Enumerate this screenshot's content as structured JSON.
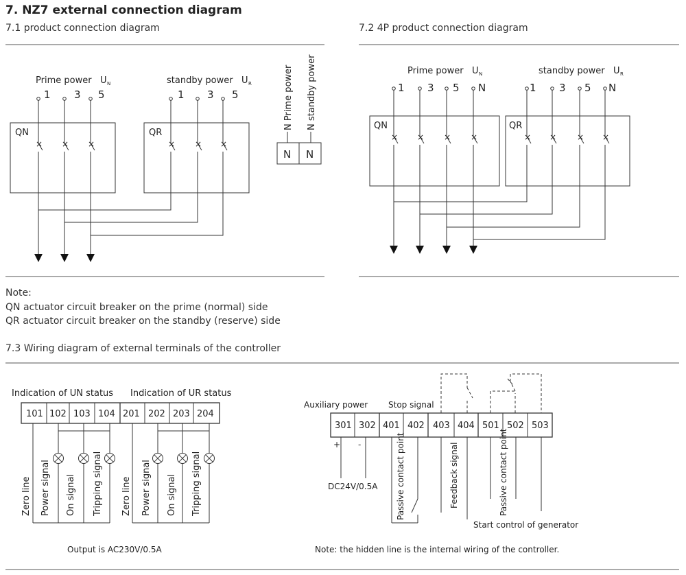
{
  "title": "7. NZ7 external connection diagram",
  "sec71": {
    "heading": "7.1 product connection diagram",
    "prime_label": "Prime power",
    "prime_sym": "U",
    "prime_sub": "N",
    "standby_label": "standby power",
    "standby_sym": "U",
    "standby_sub": "R",
    "terminals": [
      "1",
      "3",
      "5"
    ],
    "qn": "QN",
    "qr": "QR",
    "n_prime": "N  Prime power",
    "n_standby": "N  standby power",
    "n_box": "N"
  },
  "sec72": {
    "heading": "7.2 4P product connection diagram",
    "prime_label": "Prime power",
    "prime_sym": "U",
    "prime_sub": "N",
    "standby_label": "standby power",
    "standby_sym": "U",
    "standby_sub": "R",
    "terminals": [
      "1",
      "3",
      "5",
      "N"
    ],
    "qn": "QN",
    "qr": "QR"
  },
  "note": {
    "label": "Note:",
    "line1": "QN actuator circuit breaker on the prime (normal) side",
    "line2": "QR actuator circuit breaker on the standby (reserve) side"
  },
  "sec73": {
    "heading": "7.3 Wiring diagram of external terminals of the controller",
    "un_status": "Indication of UN status",
    "ur_status": "Indication of UR status",
    "left_terminals": [
      "101",
      "102",
      "103",
      "104",
      "201",
      "202",
      "203",
      "204"
    ],
    "left_signals": [
      "Zero line",
      "Power signal",
      "On signal",
      "Tripping signal",
      "Zero line",
      "Power signal",
      "On signal",
      "Tripping signal"
    ],
    "output": "Output is AC230V/0.5A",
    "aux_power": "Auxiliary power",
    "stop_signal": "Stop signal",
    "right_terminals": [
      "301",
      "302",
      "401",
      "402",
      "403",
      "404",
      "501",
      "502",
      "503"
    ],
    "plus": "+",
    "minus": "-",
    "dc": "DC24V/0.5A",
    "passive1": "Passive contact point",
    "feedback": "Feedback signal",
    "passive2": "Passive contact point",
    "start_gen": "Start control of generator",
    "hidden_note": "Note: the hidden line is the internal wiring of the controller."
  }
}
